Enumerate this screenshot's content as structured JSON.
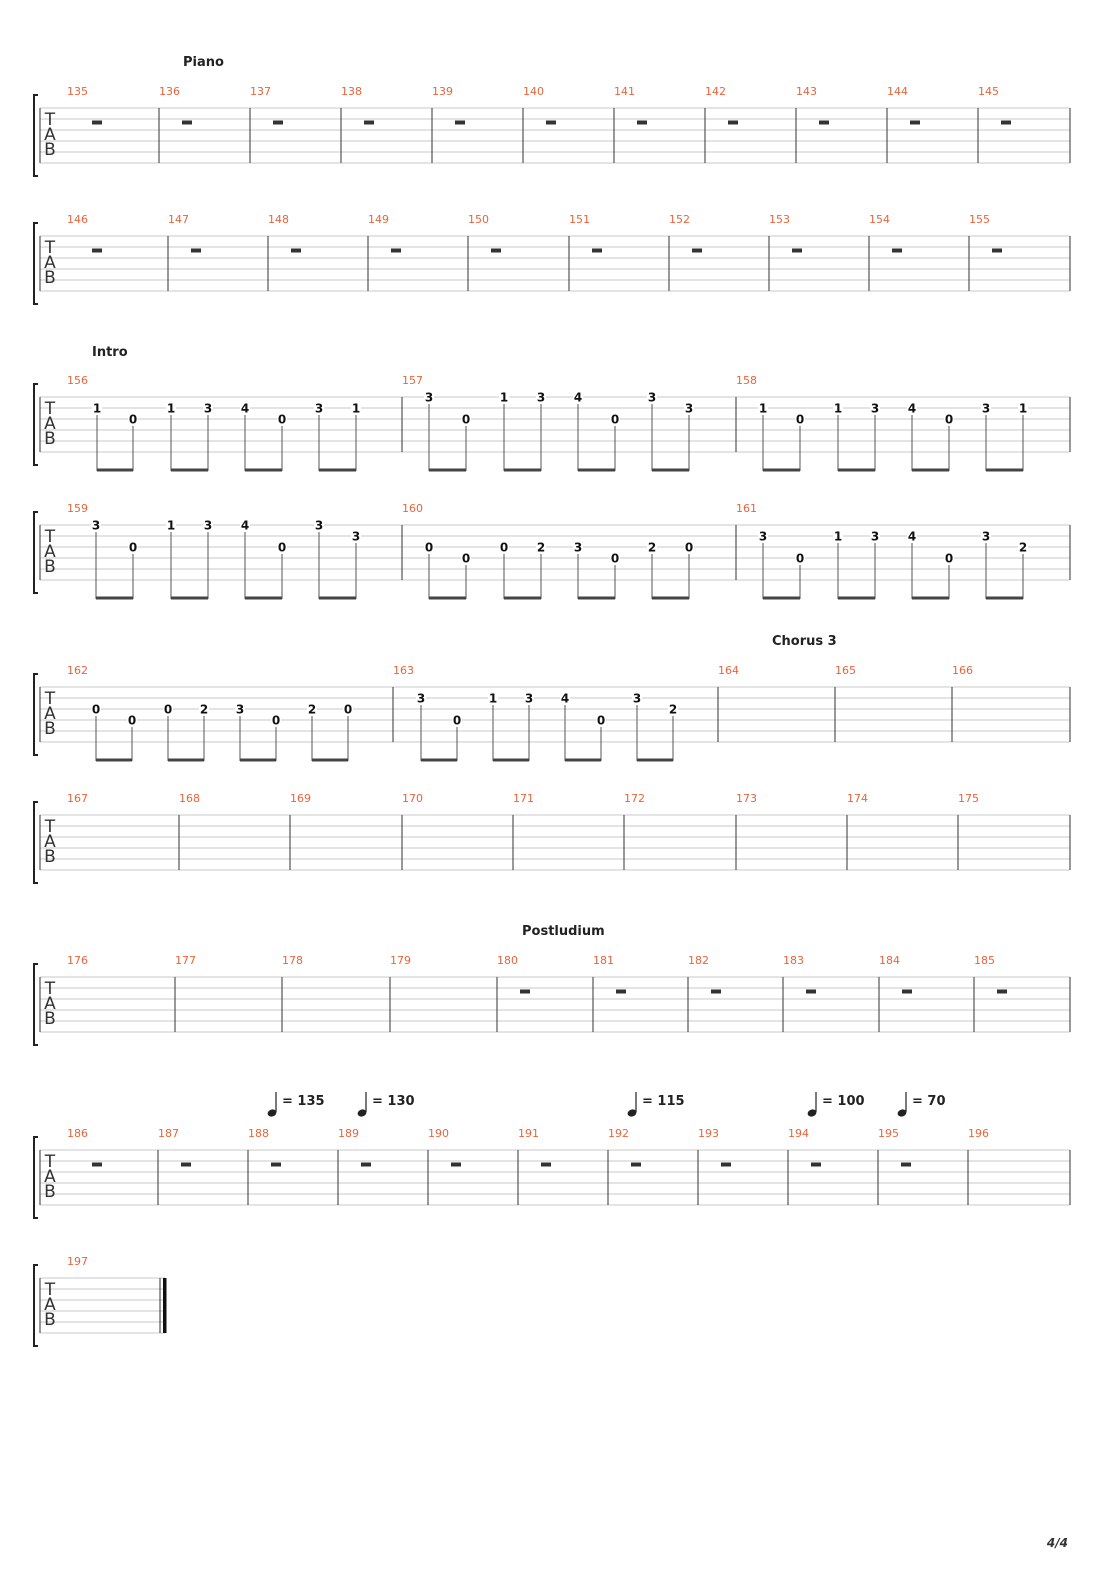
{
  "sections": {
    "piano": "Piano",
    "intro": "Intro",
    "chorus3": "Chorus 3",
    "postludium": "Postludium"
  },
  "tab_letters": [
    "T",
    "A",
    "B"
  ],
  "tempo_marks": [
    {
      "bpm": "= 135",
      "measure": 188
    },
    {
      "bpm": "= 130",
      "measure": 189
    },
    {
      "bpm": "= 115",
      "measure": 192
    },
    {
      "bpm": "= 100",
      "measure": 194
    },
    {
      "bpm": "= 70",
      "measure": 195
    }
  ],
  "colors": {
    "measure_number": "#e8643c",
    "staff_line": "#c8c8c8",
    "barline": "#333333",
    "fret": "#111111",
    "beam": "#444444"
  },
  "systems": [
    {
      "measures": [
        {
          "number": "135",
          "rest": true
        },
        {
          "number": "136",
          "rest": true
        },
        {
          "number": "137",
          "rest": true
        },
        {
          "number": "138",
          "rest": true
        },
        {
          "number": "139",
          "rest": true
        },
        {
          "number": "140",
          "rest": true
        },
        {
          "number": "141",
          "rest": true
        },
        {
          "number": "142",
          "rest": true
        },
        {
          "number": "143",
          "rest": true
        },
        {
          "number": "144",
          "rest": true
        },
        {
          "number": "145",
          "rest": true
        }
      ]
    },
    {
      "measures": [
        {
          "number": "146",
          "rest": true
        },
        {
          "number": "147",
          "rest": true
        },
        {
          "number": "148",
          "rest": true
        },
        {
          "number": "149",
          "rest": true
        },
        {
          "number": "150",
          "rest": true
        },
        {
          "number": "151",
          "rest": true
        },
        {
          "number": "152",
          "rest": true
        },
        {
          "number": "153",
          "rest": true
        },
        {
          "number": "154",
          "rest": true
        },
        {
          "number": "155",
          "rest": true
        }
      ]
    },
    {
      "measures": [
        {
          "number": "156",
          "notes": [
            {
              "fret": "1",
              "string": 2
            },
            {
              "fret": "0",
              "string": 3
            },
            {
              "fret": "1",
              "string": 2
            },
            {
              "fret": "3",
              "string": 2
            },
            {
              "fret": "4",
              "string": 2
            },
            {
              "fret": "0",
              "string": 3
            },
            {
              "fret": "3",
              "string": 2
            },
            {
              "fret": "1",
              "string": 2
            }
          ]
        },
        {
          "number": "157",
          "notes": [
            {
              "fret": "3",
              "string": 1
            },
            {
              "fret": "0",
              "string": 3
            },
            {
              "fret": "1",
              "string": 1
            },
            {
              "fret": "3",
              "string": 1
            },
            {
              "fret": "4",
              "string": 1
            },
            {
              "fret": "0",
              "string": 3
            },
            {
              "fret": "3",
              "string": 1
            },
            {
              "fret": "3",
              "string": 2
            }
          ]
        },
        {
          "number": "158",
          "notes": [
            {
              "fret": "1",
              "string": 2
            },
            {
              "fret": "0",
              "string": 3
            },
            {
              "fret": "1",
              "string": 2
            },
            {
              "fret": "3",
              "string": 2
            },
            {
              "fret": "4",
              "string": 2
            },
            {
              "fret": "0",
              "string": 3
            },
            {
              "fret": "3",
              "string": 2
            },
            {
              "fret": "1",
              "string": 2
            }
          ]
        }
      ]
    },
    {
      "measures": [
        {
          "number": "159",
          "notes": [
            {
              "fret": "3",
              "string": 1
            },
            {
              "fret": "0",
              "string": 3
            },
            {
              "fret": "1",
              "string": 1
            },
            {
              "fret": "3",
              "string": 1
            },
            {
              "fret": "4",
              "string": 1
            },
            {
              "fret": "0",
              "string": 3
            },
            {
              "fret": "3",
              "string": 1
            },
            {
              "fret": "3",
              "string": 2
            }
          ]
        },
        {
          "number": "160",
          "notes": [
            {
              "fret": "0",
              "string": 3
            },
            {
              "fret": "0",
              "string": 4
            },
            {
              "fret": "0",
              "string": 3
            },
            {
              "fret": "2",
              "string": 3
            },
            {
              "fret": "3",
              "string": 3
            },
            {
              "fret": "0",
              "string": 4
            },
            {
              "fret": "2",
              "string": 3
            },
            {
              "fret": "0",
              "string": 3
            }
          ]
        },
        {
          "number": "161",
          "notes": [
            {
              "fret": "3",
              "string": 2
            },
            {
              "fret": "0",
              "string": 4
            },
            {
              "fret": "1",
              "string": 2
            },
            {
              "fret": "3",
              "string": 2
            },
            {
              "fret": "4",
              "string": 2
            },
            {
              "fret": "0",
              "string": 4
            },
            {
              "fret": "3",
              "string": 2
            },
            {
              "fret": "2",
              "string": 3
            }
          ]
        }
      ]
    },
    {
      "measures": [
        {
          "number": "162",
          "notes": [
            {
              "fret": "0",
              "string": 3
            },
            {
              "fret": "0",
              "string": 4
            },
            {
              "fret": "0",
              "string": 3
            },
            {
              "fret": "2",
              "string": 3
            },
            {
              "fret": "3",
              "string": 3
            },
            {
              "fret": "0",
              "string": 4
            },
            {
              "fret": "2",
              "string": 3
            },
            {
              "fret": "0",
              "string": 3
            }
          ]
        },
        {
          "number": "163",
          "notes": [
            {
              "fret": "3",
              "string": 2
            },
            {
              "fret": "0",
              "string": 4
            },
            {
              "fret": "1",
              "string": 2
            },
            {
              "fret": "3",
              "string": 2
            },
            {
              "fret": "4",
              "string": 2
            },
            {
              "fret": "0",
              "string": 4
            },
            {
              "fret": "3",
              "string": 2
            },
            {
              "fret": "2",
              "string": 3
            }
          ]
        },
        {
          "number": "164"
        },
        {
          "number": "165"
        },
        {
          "number": "166"
        }
      ]
    },
    {
      "measures": [
        {
          "number": "167"
        },
        {
          "number": "168"
        },
        {
          "number": "169"
        },
        {
          "number": "170"
        },
        {
          "number": "171"
        },
        {
          "number": "172"
        },
        {
          "number": "173"
        },
        {
          "number": "174"
        },
        {
          "number": "175"
        }
      ]
    },
    {
      "measures": [
        {
          "number": "176"
        },
        {
          "number": "177"
        },
        {
          "number": "178"
        },
        {
          "number": "179"
        },
        {
          "number": "180",
          "rest": true
        },
        {
          "number": "181",
          "rest": true
        },
        {
          "number": "182",
          "rest": true
        },
        {
          "number": "183",
          "rest": true
        },
        {
          "number": "184",
          "rest": true
        },
        {
          "number": "185",
          "rest": true
        }
      ]
    },
    {
      "measures": [
        {
          "number": "186",
          "rest": true
        },
        {
          "number": "187",
          "rest": true
        },
        {
          "number": "188",
          "rest": true
        },
        {
          "number": "189",
          "rest": true
        },
        {
          "number": "190",
          "rest": true
        },
        {
          "number": "191",
          "rest": true
        },
        {
          "number": "192",
          "rest": true
        },
        {
          "number": "193",
          "rest": true
        },
        {
          "number": "194",
          "rest": true
        },
        {
          "number": "195",
          "rest": true
        },
        {
          "number": "196"
        }
      ]
    },
    {
      "final": true,
      "measures": [
        {
          "number": "197"
        }
      ]
    }
  ],
  "page_number": "4/4"
}
